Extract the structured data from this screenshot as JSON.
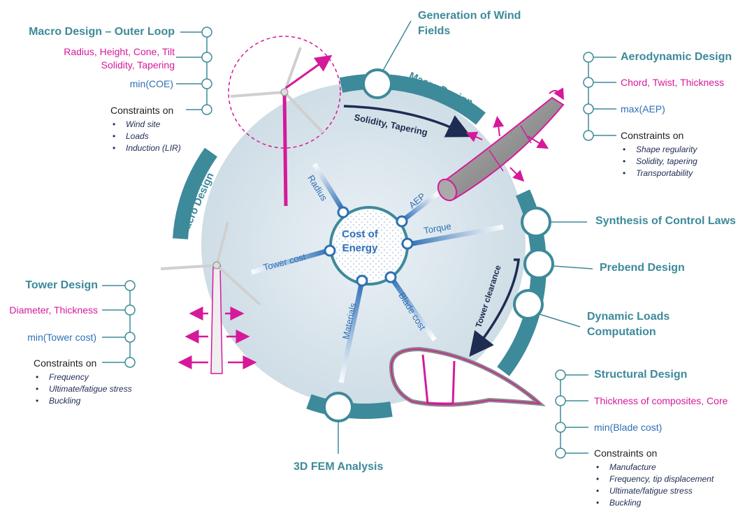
{
  "center": {
    "line1": "Cost of",
    "line2": "Energy"
  },
  "radials": {
    "radius": "Radius",
    "aep": "AEP",
    "torque": "Torque",
    "tower_cost": "Tower cost",
    "materials": "Materials",
    "blade_cost": "Blade cost"
  },
  "ring": {
    "macro_design_top": "Macro Design",
    "macro_design_left": "Macro Design",
    "solidity_tapering": "Solidity, Tapering",
    "tower_clearance": "Tower clearance"
  },
  "nodes": {
    "generation": {
      "line1": "Generation of Wind",
      "line2": "Fields"
    },
    "control_laws": "Synthesis of Control Laws",
    "prebend": "Prebend Design",
    "dynamic_loads": {
      "line1": "Dynamic Loads",
      "line2": "Computation"
    },
    "fem": "3D FEM Analysis"
  },
  "macro_outer": {
    "title": "Macro Design – Outer Loop",
    "params1": "Radius, Height, Cone, Tilt",
    "params2": "Solidity, Tapering",
    "objective": "min(COE)",
    "constraints_label": "Constraints on",
    "constraints": [
      "Wind site",
      "Loads",
      "Induction (LIR)"
    ]
  },
  "aero": {
    "title": "Aerodynamic Design",
    "params": "Chord, Twist, Thickness",
    "objective": "max(AEP)",
    "constraints_label": "Constraints on",
    "constraints": [
      "Shape regularity",
      "Solidity, tapering",
      "Transportability"
    ]
  },
  "tower": {
    "title": "Tower Design",
    "params": "Diameter, Thickness",
    "objective": "min(Tower cost)",
    "constraints_label": "Constraints on",
    "constraints": [
      "Frequency",
      "Ultimate/fatigue stress",
      "Buckling"
    ]
  },
  "structural": {
    "title": "Structural Design",
    "params": "Thickness of composites, Core",
    "objective": "min(Blade cost)",
    "constraints_label": "Constraints on",
    "constraints": [
      "Manufacture",
      "Frequency, tip displacement",
      "Ultimate/fatigue stress",
      "Buckling"
    ]
  },
  "colors": {
    "teal": "#3d8a9a",
    "magenta": "#d6199a",
    "blue": "#2e6fb5",
    "navy": "#1e2c52",
    "disk": "#dfe9ef"
  }
}
